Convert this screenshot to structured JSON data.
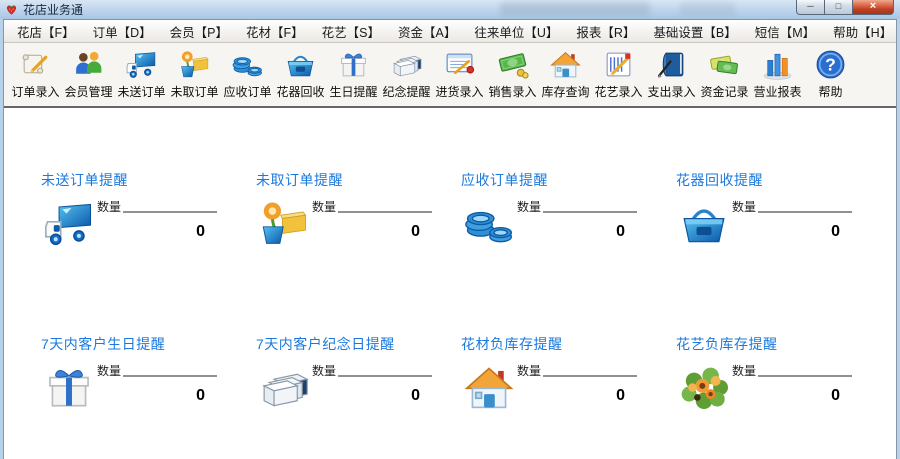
{
  "window": {
    "title": "花店业务通",
    "controls": {
      "minimize": "─",
      "maximize": "□",
      "close": "×"
    }
  },
  "menu": {
    "items": [
      {
        "label": "花店【F】"
      },
      {
        "label": "订单【D】"
      },
      {
        "label": "会员【P】"
      },
      {
        "label": "花材【F】"
      },
      {
        "label": "花艺【S】"
      },
      {
        "label": "资金【A】"
      },
      {
        "label": "往来单位【U】"
      },
      {
        "label": "报表【R】"
      },
      {
        "label": "基础设置【B】"
      },
      {
        "label": "短信【M】"
      },
      {
        "label": "帮助【H】"
      }
    ]
  },
  "toolbar": {
    "buttons": [
      {
        "label": "订单录入",
        "icon": "scroll-pen-icon"
      },
      {
        "label": "会员管理",
        "icon": "members-icon"
      },
      {
        "label": "未送订单",
        "icon": "truck-icon"
      },
      {
        "label": "未取订单",
        "icon": "flowerpot-box-icon"
      },
      {
        "label": "应收订单",
        "icon": "coins-icon"
      },
      {
        "label": "花器回收",
        "icon": "basket-icon"
      },
      {
        "label": "生日提醒",
        "icon": "gift-icon"
      },
      {
        "label": "纪念提醒",
        "icon": "boxes-icon"
      },
      {
        "label": "进货录入",
        "icon": "document-pencil-icon"
      },
      {
        "label": "销售录入",
        "icon": "cash-icon"
      },
      {
        "label": "库存查询",
        "icon": "house-icon"
      },
      {
        "label": "花艺录入",
        "icon": "notepad-pencil-icon"
      },
      {
        "label": "支出录入",
        "icon": "book-pen-icon"
      },
      {
        "label": "资金记录",
        "icon": "money-icon"
      },
      {
        "label": "营业报表",
        "icon": "bar-chart-icon"
      },
      {
        "label": "帮助",
        "icon": "help-icon"
      }
    ]
  },
  "panels": [
    {
      "title": "未送订单提醒",
      "icon": "truck-icon",
      "field_label": "数量",
      "value": "0"
    },
    {
      "title": "未取订单提醒",
      "icon": "flowerpot-box-icon",
      "field_label": "数量",
      "value": "0"
    },
    {
      "title": "应收订单提醒",
      "icon": "coins-icon",
      "field_label": "数量",
      "value": "0"
    },
    {
      "title": "花器回收提醒",
      "icon": "basket-icon",
      "field_label": "数量",
      "value": "0"
    },
    {
      "title": "7天内客户生日提醒",
      "icon": "gift-icon",
      "field_label": "数量",
      "value": "0"
    },
    {
      "title": "7天内客户纪念日提醒",
      "icon": "boxes-icon",
      "field_label": "数量",
      "value": "0"
    },
    {
      "title": "花材负库存提醒",
      "icon": "house-icon",
      "field_label": "数量",
      "value": "0"
    },
    {
      "title": "花艺负库存提醒",
      "icon": "bouquet-icon",
      "field_label": "数量",
      "value": "0"
    }
  ],
  "colors": {
    "panel_title_blue": "#1b79dd",
    "titlebar_blue": "#b6cfe9",
    "close_button_red": "#bc3f24",
    "toolbar_bg": "#f7f5f1"
  }
}
